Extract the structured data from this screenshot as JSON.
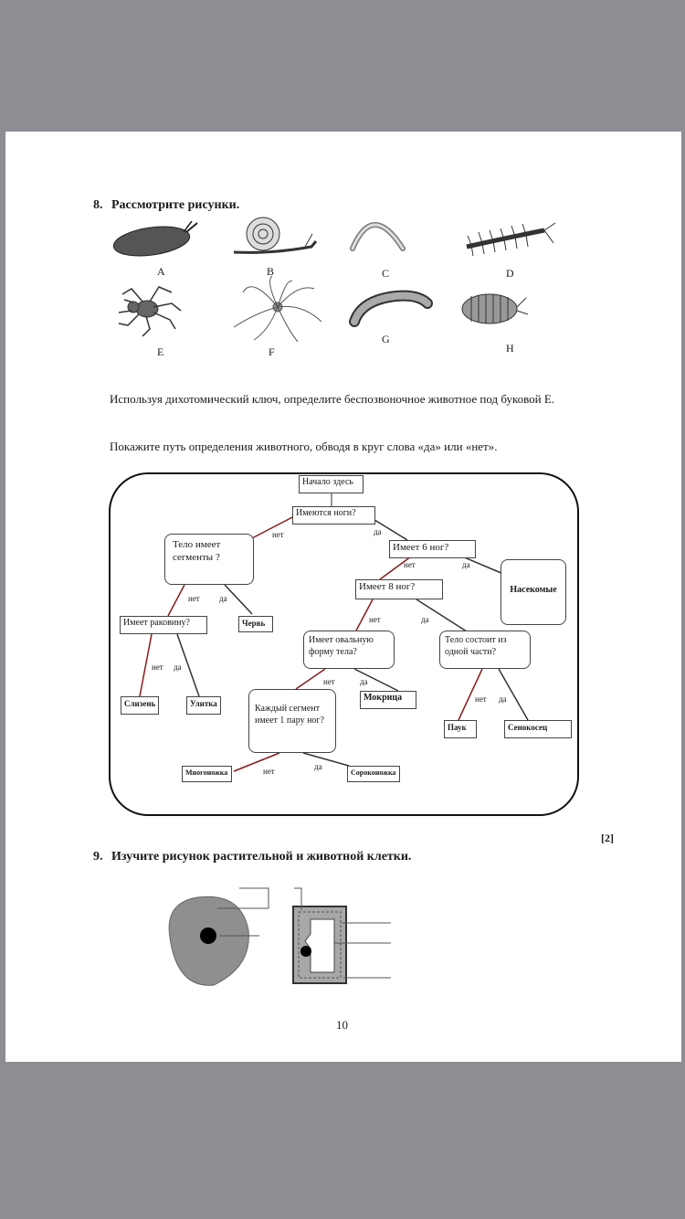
{
  "question8": {
    "number": "8.",
    "title": "Рассмотрите рисунки.",
    "animals": [
      {
        "letter": "A",
        "icon": "slug-icon"
      },
      {
        "letter": "B",
        "icon": "snail-icon"
      },
      {
        "letter": "C",
        "icon": "worm-icon"
      },
      {
        "letter": "D",
        "icon": "centipede-icon"
      },
      {
        "letter": "E",
        "icon": "spider-icon"
      },
      {
        "letter": "F",
        "icon": "harvestman-icon"
      },
      {
        "letter": "G",
        "icon": "millipede-icon"
      },
      {
        "letter": "H",
        "icon": "woodlouse-icon"
      }
    ],
    "instruction1": "Используя дихотомический ключ, определите беспозвоночное животное под буковой Е.",
    "instruction2": "Покажите путь определения животного, обводя в круг слова «да» или «нет».",
    "score": "[2]"
  },
  "flowchart": {
    "start": "Начало здесь",
    "has_legs": "Имеются ноги?",
    "segmented_body": "Тело имеет сегменты ?",
    "six_legs": "Имеет 6 ног?",
    "insects": "Насекомые",
    "eight_legs": "Имеет 8 ног?",
    "has_shell": "Имеет раковину?",
    "worm": "Червь",
    "oval_body": "Имеет овальную форму тела?",
    "one_part_body": "Тело состоит из одной части?",
    "slug": "Слизень",
    "snail": "Улитка",
    "woodlouse": "Мокрица",
    "each_segment": "Каждый сегмент имеет 1 пару ног?",
    "spider": "Паук",
    "harvestman": "Сенокосец",
    "millipede": "Многоножка",
    "centipede": "Сороконожка",
    "no": "нет",
    "yes": "да"
  },
  "question9": {
    "number": "9.",
    "title": "Изучите рисунок растительной и животной клетки."
  },
  "page_number": "10"
}
